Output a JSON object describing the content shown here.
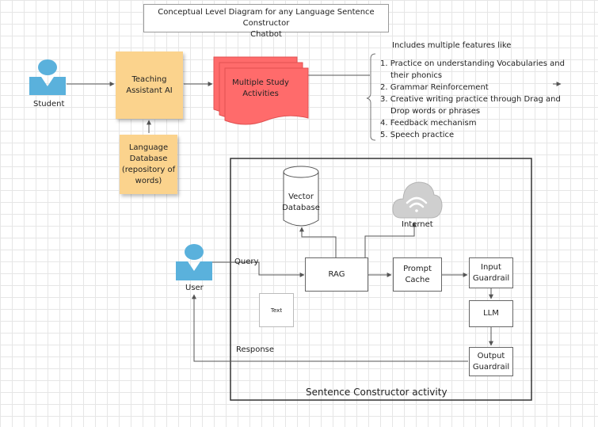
{
  "title": {
    "line1": "Conceptual Level Diagram for any Language Sentence Constructor",
    "line2": "Chatbot"
  },
  "student": {
    "label": "Student"
  },
  "teaching_ai": {
    "line1": "Teaching",
    "line2": "Assistant AI"
  },
  "study_activities": {
    "line1": "Multiple Study",
    "line2": "Activities"
  },
  "language_db": {
    "line1": "Language",
    "line2": "Database",
    "line3": "(repository of",
    "line4": "words)"
  },
  "features": {
    "heading": "Includes multiple features like",
    "items": [
      {
        "line1": "1. Practice on understanding Vocabularies and",
        "line2": "their phonics"
      },
      {
        "line1": "2. Grammar Reinforcement",
        "line2": ""
      },
      {
        "line1": "3. Creative writing practice through Drag and",
        "line2": "Drop words or phrases"
      },
      {
        "line1": "4. Feedback mechanism",
        "line2": ""
      },
      {
        "line1": "5. Speech practice",
        "line2": ""
      }
    ]
  },
  "activity_frame": {
    "label": "Sentence Constructor activity"
  },
  "vector_db": {
    "line1": "Vector",
    "line2": "Database"
  },
  "internet": {
    "label": "Internet"
  },
  "user": {
    "label": "User"
  },
  "query": {
    "label": "Query"
  },
  "response": {
    "label": "Response"
  },
  "rag": {
    "label": "RAG"
  },
  "prompt_cache": {
    "line1": "Prompt",
    "line2": "Cache"
  },
  "input_guardrail": {
    "line1": "Input",
    "line2": "Guardrail"
  },
  "llm": {
    "label": "LLM"
  },
  "output_guardrail": {
    "line1": "Output",
    "line2": "Guardrail"
  },
  "text_placeholder": {
    "label": "Text"
  },
  "colors": {
    "person": "#5ab1dc",
    "sticky": "#fbd38d",
    "documents": "#ff6b6b",
    "cloud": "#cfcfcf"
  }
}
